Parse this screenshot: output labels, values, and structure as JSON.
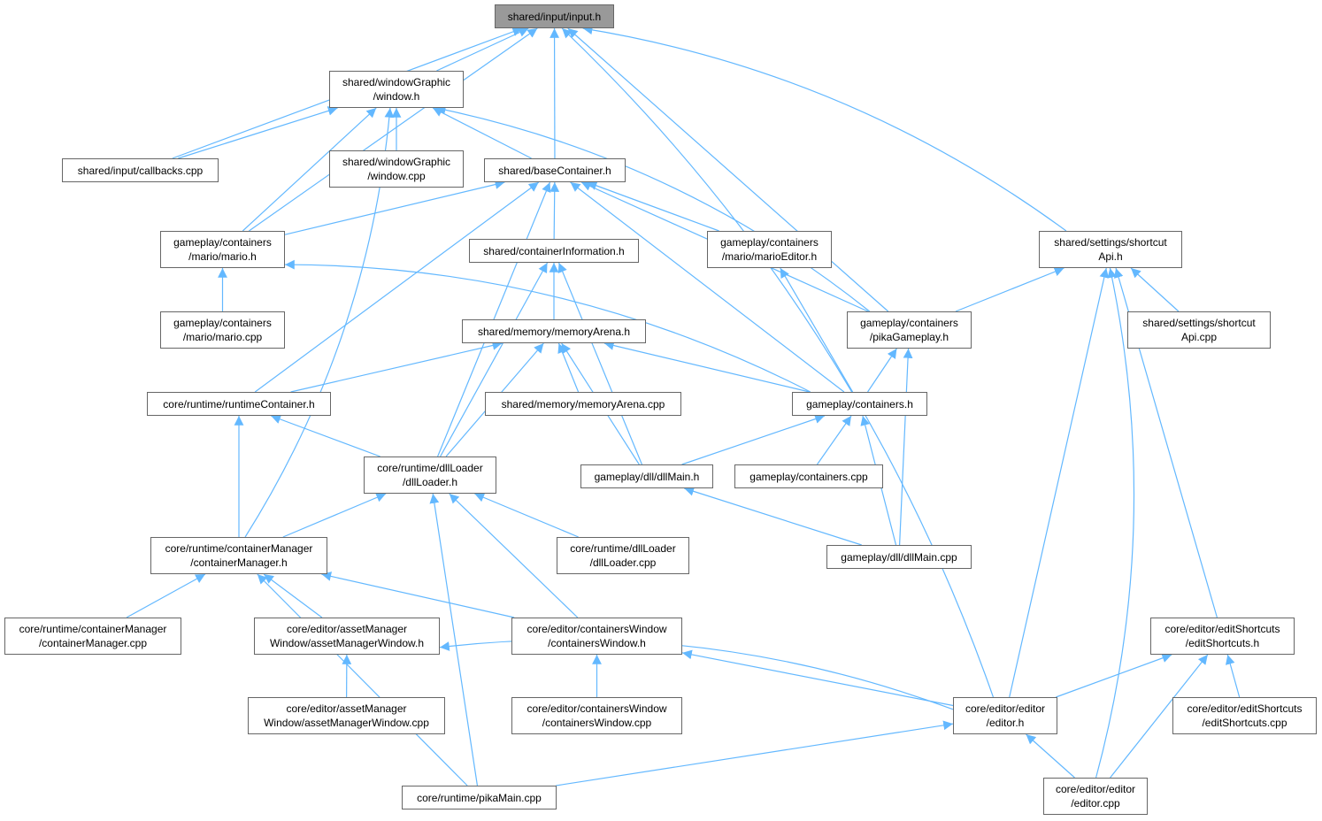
{
  "graph": {
    "type": "include-dependency-graph",
    "edge_color": "#63b8ff",
    "root_fill": "#999999",
    "nodes": [
      {
        "id": "input_h",
        "lines": [
          "shared/input/input.h"
        ]
      },
      {
        "id": "window_h",
        "lines": [
          "shared/windowGraphic",
          "/window.h"
        ]
      },
      {
        "id": "callbacks_cpp",
        "lines": [
          "shared/input/callbacks.cpp"
        ]
      },
      {
        "id": "window_cpp",
        "lines": [
          "shared/windowGraphic",
          "/window.cpp"
        ]
      },
      {
        "id": "baseContainer_h",
        "lines": [
          "shared/baseContainer.h"
        ]
      },
      {
        "id": "mario_h",
        "lines": [
          "gameplay/containers",
          "/mario/mario.h"
        ]
      },
      {
        "id": "containerInformation_h",
        "lines": [
          "shared/containerInformation.h"
        ]
      },
      {
        "id": "marioEditor_h",
        "lines": [
          "gameplay/containers",
          "/mario/marioEditor.h"
        ]
      },
      {
        "id": "shortcutApi_h",
        "lines": [
          "shared/settings/shortcut",
          "Api.h"
        ]
      },
      {
        "id": "mario_cpp",
        "lines": [
          "gameplay/containers",
          "/mario/mario.cpp"
        ]
      },
      {
        "id": "memoryArena_h",
        "lines": [
          "shared/memory/memoryArena.h"
        ]
      },
      {
        "id": "pikaGameplay_h",
        "lines": [
          "gameplay/containers",
          "/pikaGameplay.h"
        ]
      },
      {
        "id": "shortcutApi_cpp",
        "lines": [
          "shared/settings/shortcut",
          "Api.cpp"
        ]
      },
      {
        "id": "runtimeContainer_h",
        "lines": [
          "core/runtime/runtimeContainer.h"
        ]
      },
      {
        "id": "memoryArena_cpp",
        "lines": [
          "shared/memory/memoryArena.cpp"
        ]
      },
      {
        "id": "containers_h",
        "lines": [
          "gameplay/containers.h"
        ]
      },
      {
        "id": "dllLoader_h",
        "lines": [
          "core/runtime/dllLoader",
          "/dllLoader.h"
        ]
      },
      {
        "id": "dllMain_h",
        "lines": [
          "gameplay/dll/dllMain.h"
        ]
      },
      {
        "id": "containers_cpp",
        "lines": [
          "gameplay/containers.cpp"
        ]
      },
      {
        "id": "containerManager_h",
        "lines": [
          "core/runtime/containerManager",
          "/containerManager.h"
        ]
      },
      {
        "id": "dllLoader_cpp",
        "lines": [
          "core/runtime/dllLoader",
          "/dllLoader.cpp"
        ]
      },
      {
        "id": "dllMain_cpp",
        "lines": [
          "gameplay/dll/dllMain.cpp"
        ]
      },
      {
        "id": "containerManager_cpp",
        "lines": [
          "core/runtime/containerManager",
          "/containerManager.cpp"
        ]
      },
      {
        "id": "assetManagerWindow_h",
        "lines": [
          "core/editor/assetManager",
          "Window/assetManagerWindow.h"
        ]
      },
      {
        "id": "containersWindow_h",
        "lines": [
          "core/editor/containersWindow",
          "/containersWindow.h"
        ]
      },
      {
        "id": "editShortcuts_h",
        "lines": [
          "core/editor/editShortcuts",
          "/editShortcuts.h"
        ]
      },
      {
        "id": "assetManagerWindow_cpp",
        "lines": [
          "core/editor/assetManager",
          "Window/assetManagerWindow.cpp"
        ]
      },
      {
        "id": "containersWindow_cpp",
        "lines": [
          "core/editor/containersWindow",
          "/containersWindow.cpp"
        ]
      },
      {
        "id": "editor_h",
        "lines": [
          "core/editor/editor",
          "/editor.h"
        ]
      },
      {
        "id": "editShortcuts_cpp",
        "lines": [
          "core/editor/editShortcuts",
          "/editShortcuts.cpp"
        ]
      },
      {
        "id": "pikaMain_cpp",
        "lines": [
          "core/runtime/pikaMain.cpp"
        ]
      },
      {
        "id": "editor_cpp",
        "lines": [
          "core/editor/editor",
          "/editor.cpp"
        ]
      }
    ],
    "edges": [
      [
        "window_h",
        "input_h"
      ],
      [
        "callbacks_cpp",
        "input_h"
      ],
      [
        "callbacks_cpp",
        "window_h"
      ],
      [
        "window_cpp",
        "window_h"
      ],
      [
        "baseContainer_h",
        "input_h"
      ],
      [
        "baseContainer_h",
        "window_h"
      ],
      [
        "mario_h",
        "input_h"
      ],
      [
        "mario_h",
        "window_h"
      ],
      [
        "mario_h",
        "baseContainer_h"
      ],
      [
        "containerInformation_h",
        "baseContainer_h"
      ],
      [
        "marioEditor_h",
        "baseContainer_h"
      ],
      [
        "shortcutApi_h",
        "input_h"
      ],
      [
        "mario_cpp",
        "mario_h"
      ],
      [
        "memoryArena_h",
        "containerInformation_h"
      ],
      [
        "pikaGameplay_h",
        "input_h"
      ],
      [
        "pikaGameplay_h",
        "window_h"
      ],
      [
        "pikaGameplay_h",
        "baseContainer_h"
      ],
      [
        "pikaGameplay_h",
        "shortcutApi_h"
      ],
      [
        "shortcutApi_cpp",
        "shortcutApi_h"
      ],
      [
        "runtimeContainer_h",
        "baseContainer_h"
      ],
      [
        "runtimeContainer_h",
        "memoryArena_h"
      ],
      [
        "memoryArena_cpp",
        "memoryArena_h"
      ],
      [
        "containers_h",
        "mario_h"
      ],
      [
        "containers_h",
        "baseContainer_h"
      ],
      [
        "containers_h",
        "memoryArena_h"
      ],
      [
        "containers_h",
        "marioEditor_h"
      ],
      [
        "containers_h",
        "pikaGameplay_h"
      ],
      [
        "dllLoader_h",
        "baseContainer_h"
      ],
      [
        "dllLoader_h",
        "containerInformation_h"
      ],
      [
        "dllLoader_h",
        "memoryArena_h"
      ],
      [
        "dllLoader_h",
        "runtimeContainer_h"
      ],
      [
        "dllMain_h",
        "containerInformation_h"
      ],
      [
        "dllMain_h",
        "memoryArena_h"
      ],
      [
        "dllMain_h",
        "containers_h"
      ],
      [
        "containers_cpp",
        "containers_h"
      ],
      [
        "containerManager_h",
        "window_h"
      ],
      [
        "containerManager_h",
        "runtimeContainer_h"
      ],
      [
        "containerManager_h",
        "dllLoader_h"
      ],
      [
        "dllLoader_cpp",
        "dllLoader_h"
      ],
      [
        "dllMain_cpp",
        "containers_h"
      ],
      [
        "dllMain_cpp",
        "pikaGameplay_h"
      ],
      [
        "dllMain_cpp",
        "dllMain_h"
      ],
      [
        "containerManager_cpp",
        "containerManager_h"
      ],
      [
        "assetManagerWindow_h",
        "containerManager_h"
      ],
      [
        "containersWindow_h",
        "containerManager_h"
      ],
      [
        "containersWindow_h",
        "dllLoader_h"
      ],
      [
        "editShortcuts_h",
        "shortcutApi_h"
      ],
      [
        "assetManagerWindow_cpp",
        "assetManagerWindow_h"
      ],
      [
        "containersWindow_cpp",
        "containersWindow_h"
      ],
      [
        "editor_h",
        "input_h"
      ],
      [
        "editor_h",
        "shortcutApi_h"
      ],
      [
        "editor_h",
        "assetManagerWindow_h"
      ],
      [
        "editor_h",
        "containersWindow_h"
      ],
      [
        "editor_h",
        "editShortcuts_h"
      ],
      [
        "editShortcuts_cpp",
        "editShortcuts_h"
      ],
      [
        "pikaMain_cpp",
        "containerManager_h"
      ],
      [
        "pikaMain_cpp",
        "dllLoader_h"
      ],
      [
        "pikaMain_cpp",
        "editor_h"
      ],
      [
        "editor_cpp",
        "editor_h"
      ],
      [
        "editor_cpp",
        "shortcutApi_h"
      ],
      [
        "editor_cpp",
        "editShortcuts_h"
      ]
    ]
  }
}
